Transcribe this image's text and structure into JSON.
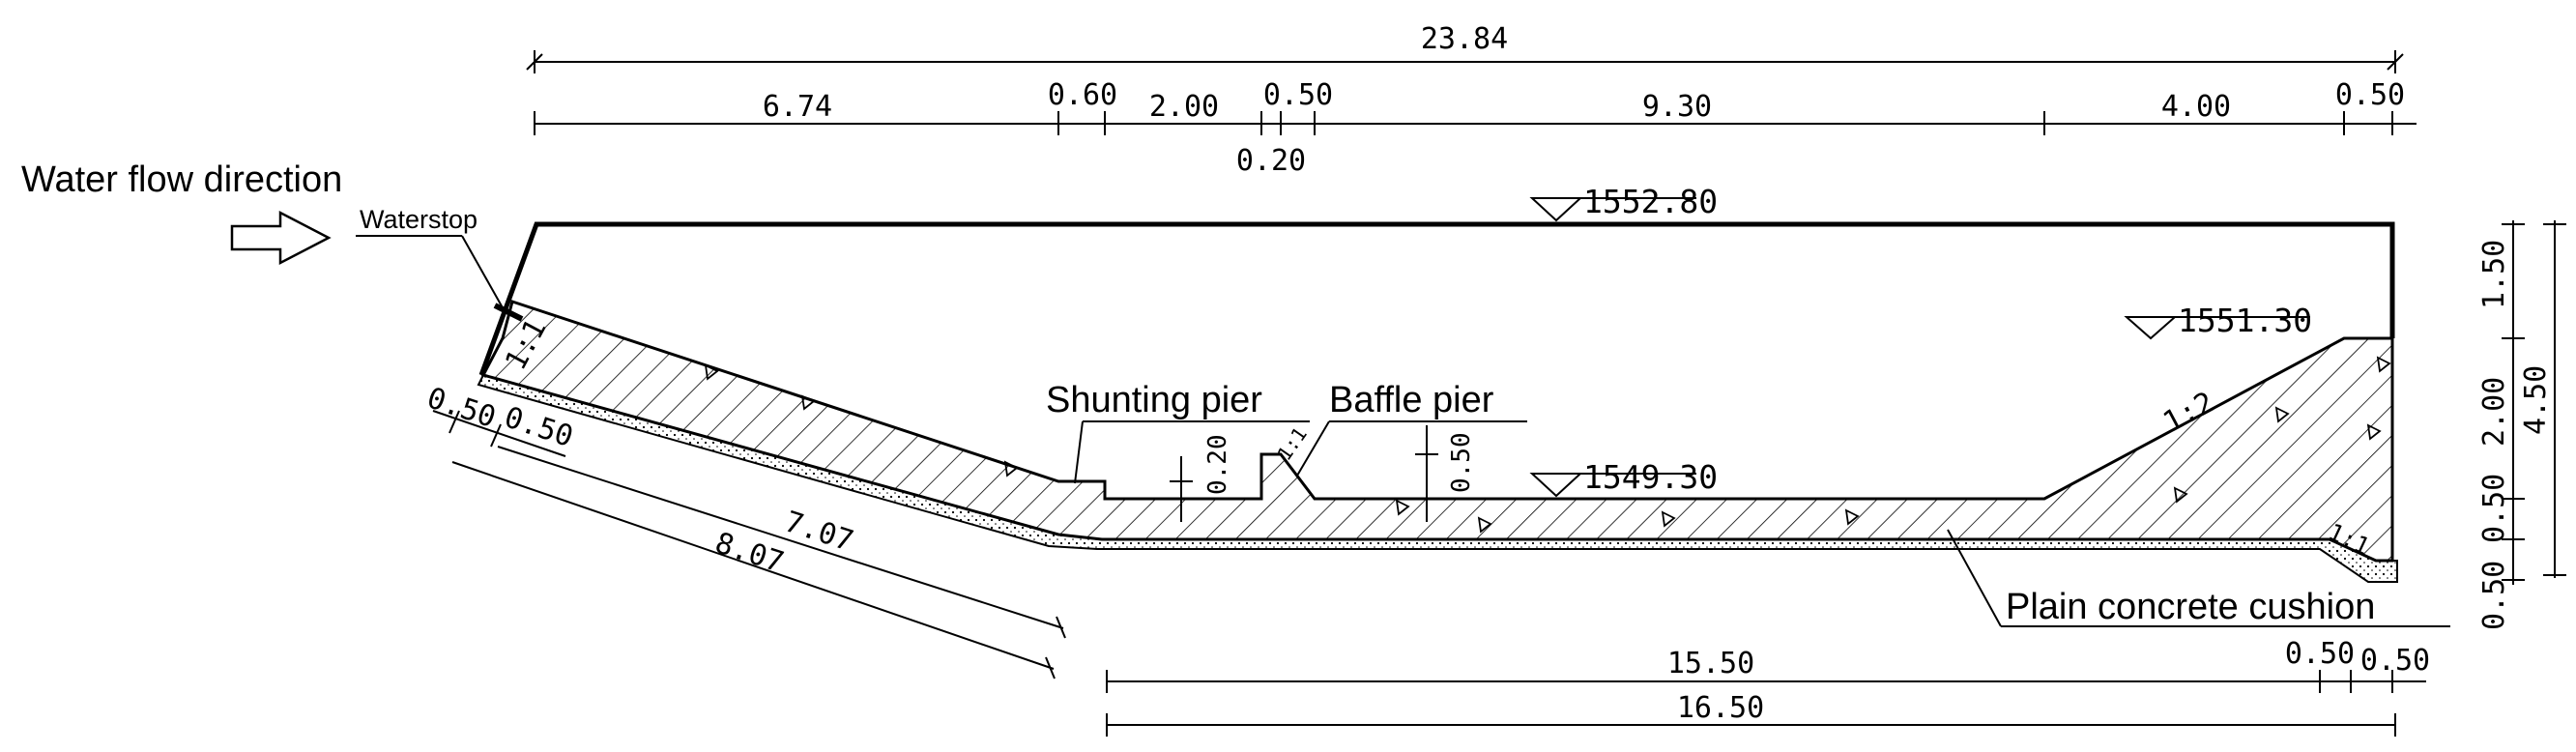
{
  "labels": {
    "flow_direction": "Water flow direction",
    "waterstop": "Waterstop",
    "shunting_pier": "Shunting pier",
    "baffle_pier": "Baffle pier",
    "cushion": "Plain concrete cushion"
  },
  "elevations": {
    "top": "1552.80",
    "end_sill": "1551.30",
    "floor": "1549.30"
  },
  "slopes": {
    "chute": "1:1",
    "end_bank": "1:2",
    "end_toe": "1:1",
    "baffle": "1:1"
  },
  "dimensions": {
    "overall": "23.84",
    "top_segments": [
      "6.74",
      "0.60",
      "2.00",
      "0.50",
      "9.30",
      "4.00",
      "0.50"
    ],
    "gap": "0.20",
    "shunting_height": "0.20",
    "baffle_height": "0.50",
    "left_a": "0.50",
    "left_b": "0.50",
    "slope_inner": "7.07",
    "slope_outer": "8.07",
    "bottom_a": "15.50",
    "bottom_b": "0.50",
    "bottom_c": "0.50",
    "bottom_total": "16.50",
    "right_segments": [
      "1.50",
      "2.00",
      "0.50",
      "0.50"
    ],
    "right_total": "4.50"
  }
}
